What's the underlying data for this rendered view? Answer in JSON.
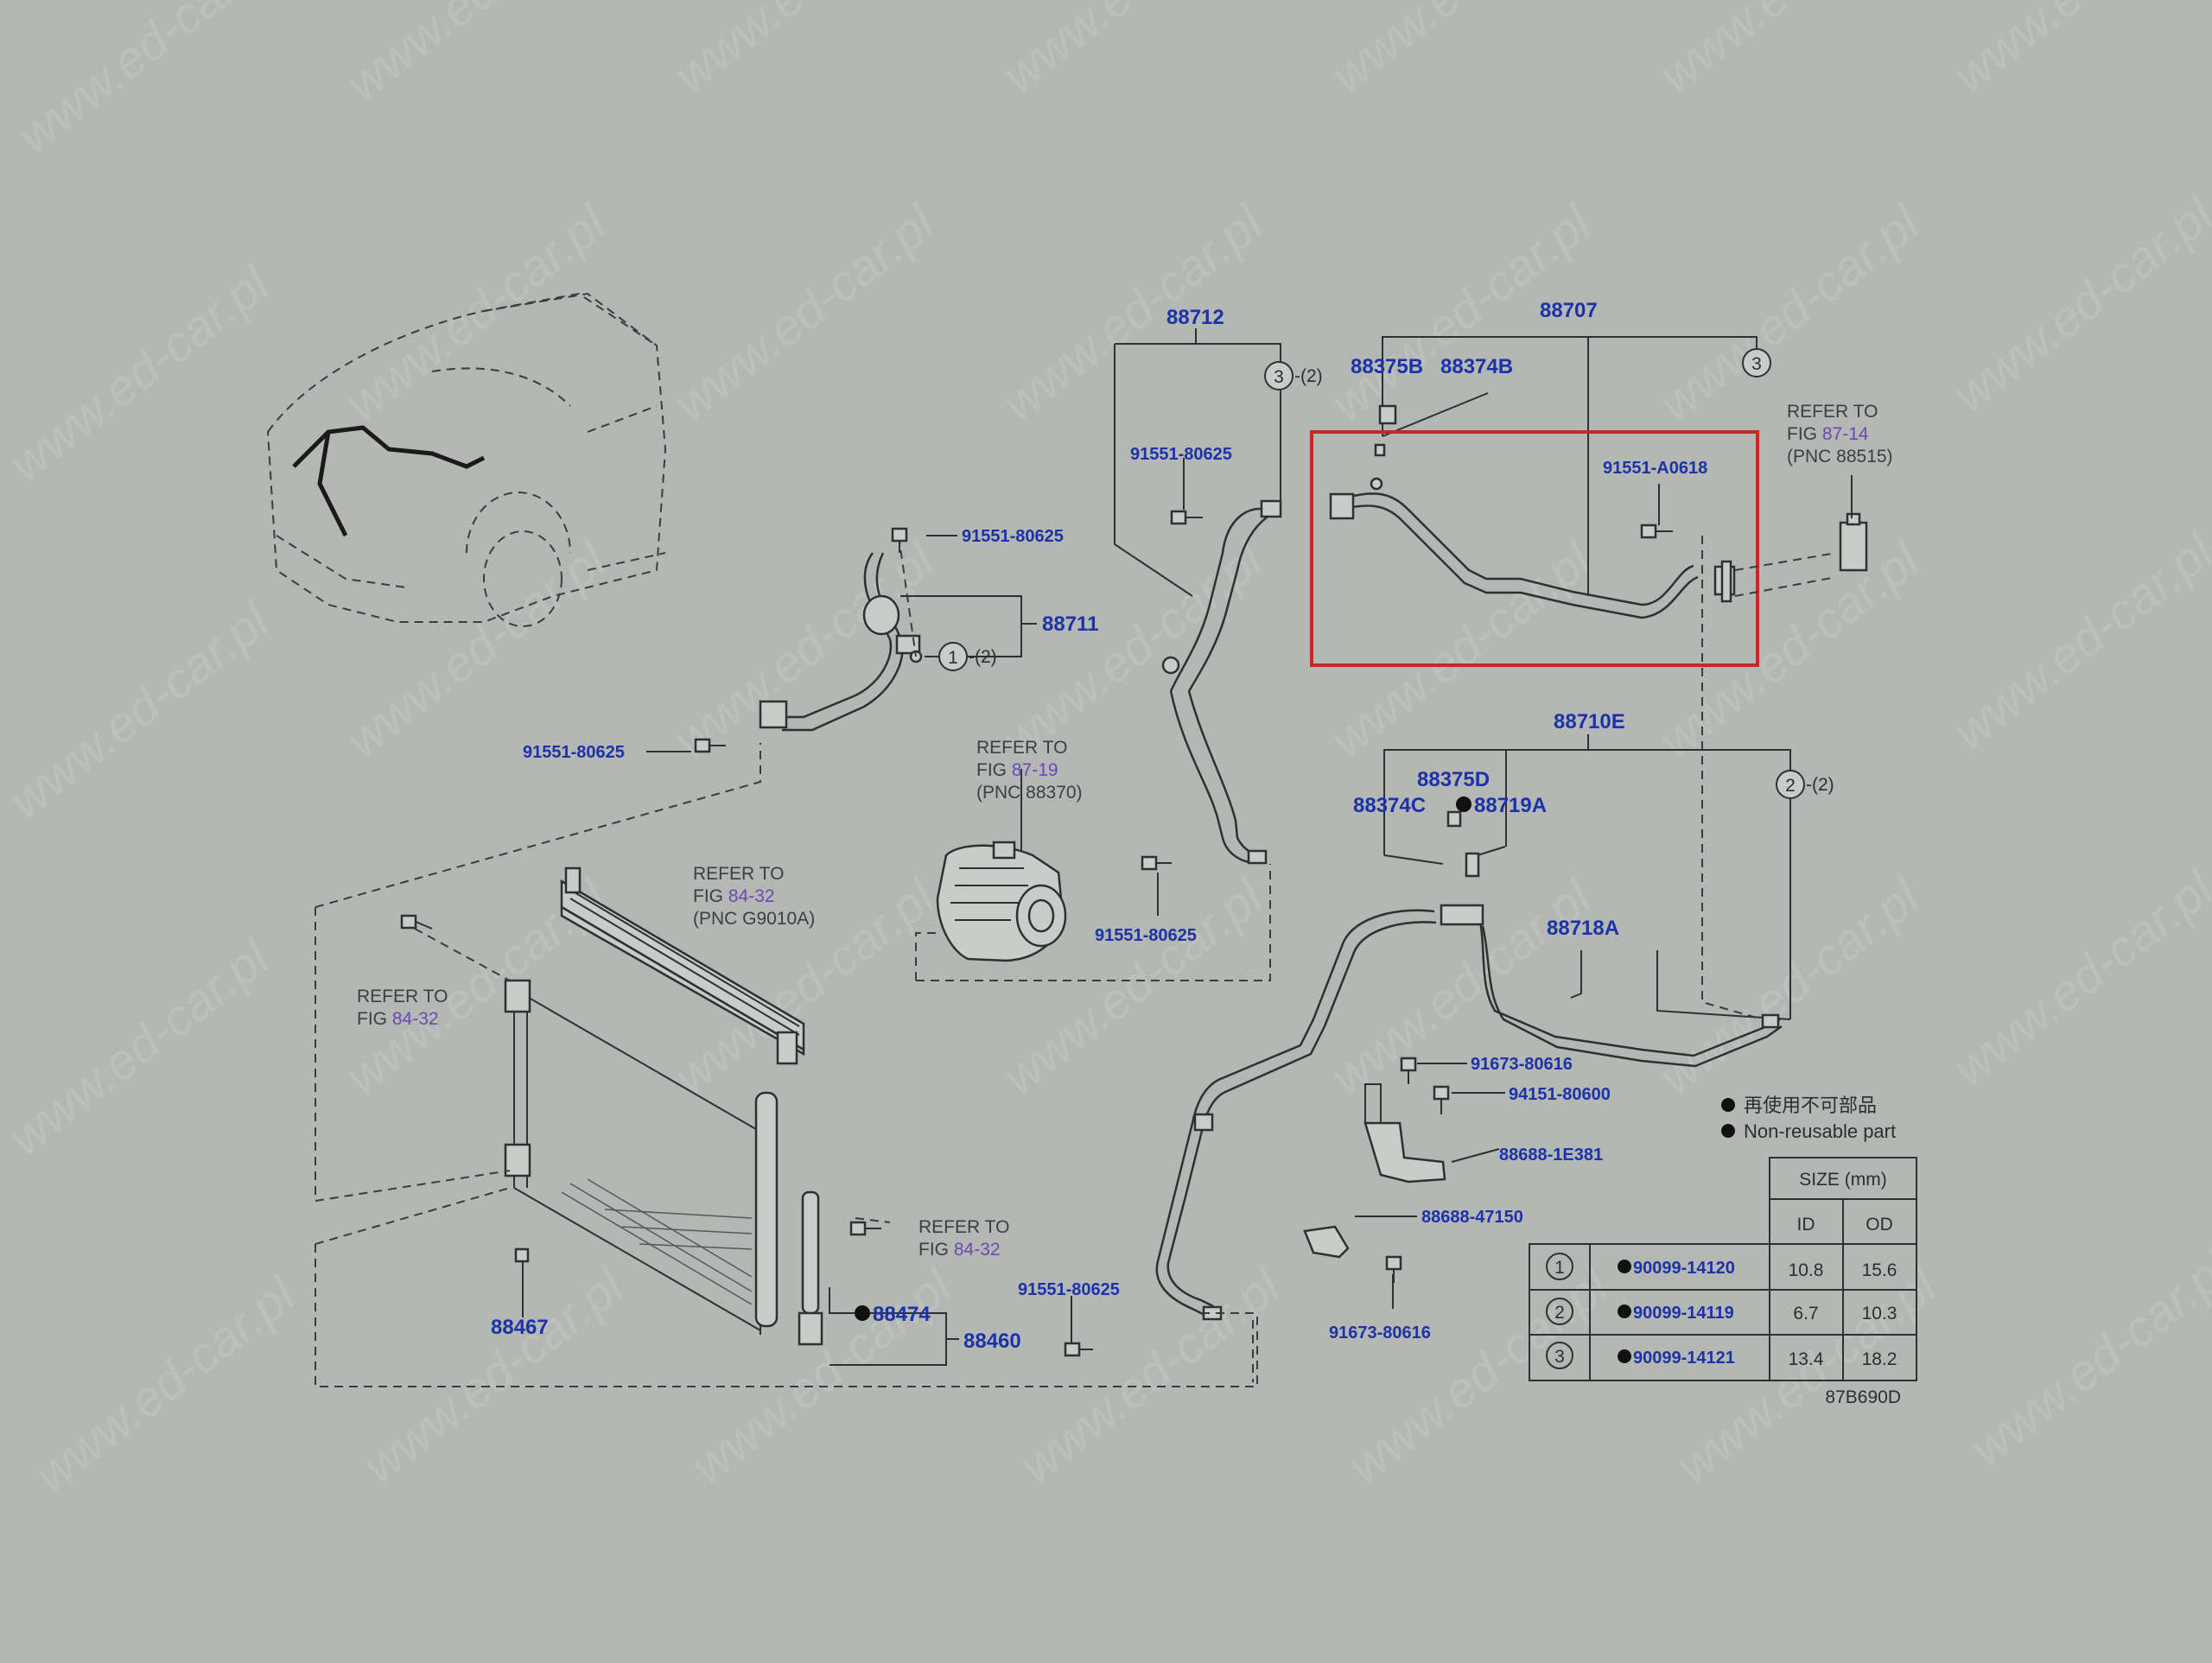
{
  "watermark": "www.ed-car.pl",
  "colors": {
    "background": "#b4b7b3",
    "part_number": "#1c33a8",
    "figure_link": "#6a48b6",
    "highlight_box": "#c22a2a"
  },
  "parts": {
    "p88712": "88712",
    "p88707": "88707",
    "p88375B": "88375B",
    "p88374B": "88374B",
    "p91551_80625_a": "91551-80625",
    "p91551_80625_b": "91551-80625",
    "p91551_80625_c": "91551-80625",
    "p91551_80625_d": "91551-80625",
    "p91551_80625_e": "91551-80625",
    "p91551_A0618": "91551-A0618",
    "p88711": "88711",
    "p88710E": "88710E",
    "p88375D": "88375D",
    "p88374C": "88374C",
    "p88719A": "88719A",
    "p88718A": "88718A",
    "p91673_80616_a": "91673-80616",
    "p91673_80616_b": "91673-80616",
    "p94151_80600": "94151-80600",
    "p88688_1E381": "88688-1E381",
    "p88688_47150": "88688-47150",
    "p88467": "88467",
    "p88474": "88474",
    "p88460": "88460"
  },
  "callouts": {
    "c1": "1",
    "c2": "2",
    "c3": "3",
    "qty_c1": "-(2)",
    "qty_c2": "-(2)",
    "qty_c3": "-(2)"
  },
  "refs": {
    "r8714": {
      "line1": "REFER TO",
      "fig_prefix": "FIG ",
      "fig": "87-14",
      "pnc": "(PNC 88515)"
    },
    "r8719": {
      "line1": "REFER TO",
      "fig_prefix": "FIG ",
      "fig": "87-19",
      "pnc": "(PNC 88370)"
    },
    "r8432a": {
      "line1": "REFER TO",
      "fig_prefix": "FIG ",
      "fig": "84-32",
      "pnc": "(PNC G9010A)"
    },
    "r8432b": {
      "line1": "REFER TO",
      "fig_prefix": "FIG ",
      "fig": "84-32"
    },
    "r8432c": {
      "line1": "REFER TO",
      "fig_prefix": "FIG ",
      "fig": "84-32"
    }
  },
  "legend": {
    "jp": "再使用不可部品",
    "en": "Non-reusable part"
  },
  "size_table": {
    "title": "SIZE (mm)",
    "col_id": "ID",
    "col_od": "OD",
    "rows": [
      {
        "no": "1",
        "part": "90099-14120",
        "id": "10.8",
        "od": "15.6"
      },
      {
        "no": "2",
        "part": "90099-14119",
        "id": "6.7",
        "od": "10.3"
      },
      {
        "no": "3",
        "part": "90099-14121",
        "id": "13.4",
        "od": "18.2"
      }
    ]
  },
  "figure_code": "87B690D"
}
